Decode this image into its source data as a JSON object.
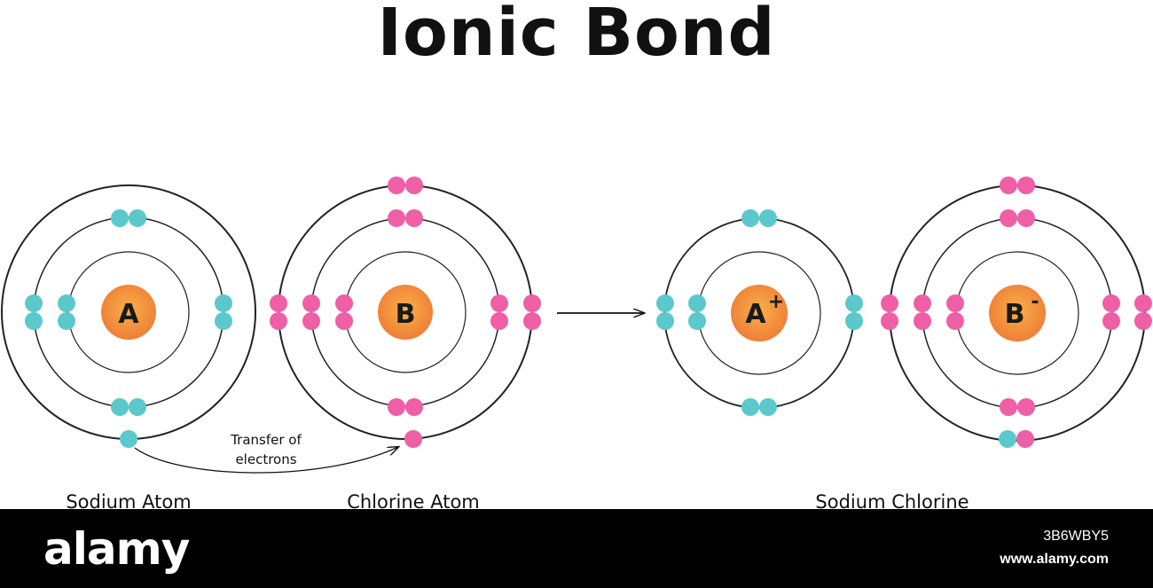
{
  "title": "Ionic Bond",
  "colors": {
    "sodium_electron": "#5bc8cc",
    "chlorine_electron": "#ee5fa6",
    "nucleus_inner": "#f5a23a",
    "nucleus_outer": "#f07b3a"
  },
  "atoms": {
    "sodium": {
      "nucleus_label": "A",
      "caption": "Sodium Atom"
    },
    "chlorine": {
      "nucleus_label": "B",
      "caption": "Chlorine Atom"
    },
    "sodium_ion": {
      "nucleus_label": "A",
      "charge": "+"
    },
    "chloride_ion": {
      "nucleus_label": "B",
      "charge": "-"
    }
  },
  "product_caption": "Sodium Chlorine",
  "transfer_note": {
    "line1": "Transfer of",
    "line2": "electrons"
  },
  "watermark": {
    "brand": "alamy",
    "image_id": "3B6WBY5",
    "site": "www.alamy.com"
  }
}
